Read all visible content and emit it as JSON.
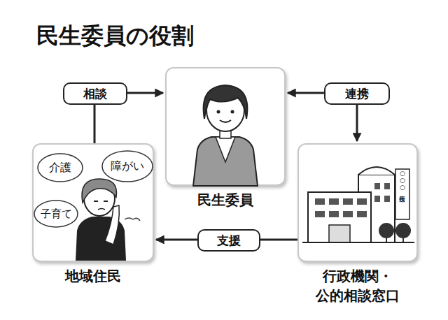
{
  "diagram": {
    "title": "民生委員の役割",
    "nodes": [
      {
        "text": [
          "民生委員"
        ]
      },
      {
        "text": [
          "地域住民"
        ]
      },
      {
        "text": [
          "行政機関・ 公的相談窓口"
        ]
      }
    ],
    "edges": [
      {
        "from": 1,
        "to": 0,
        "label": "相談",
        "arrow": "to"
      },
      {
        "from": 0,
        "to": 2,
        "label": "連携",
        "arrow": "both"
      },
      {
        "from": 2,
        "to": 1,
        "label": "支援",
        "arrow": "to"
      }
    ],
    "labels": [
      "介護",
      "障がい",
      "子育て",
      "○○○市役所"
    ]
  }
}
